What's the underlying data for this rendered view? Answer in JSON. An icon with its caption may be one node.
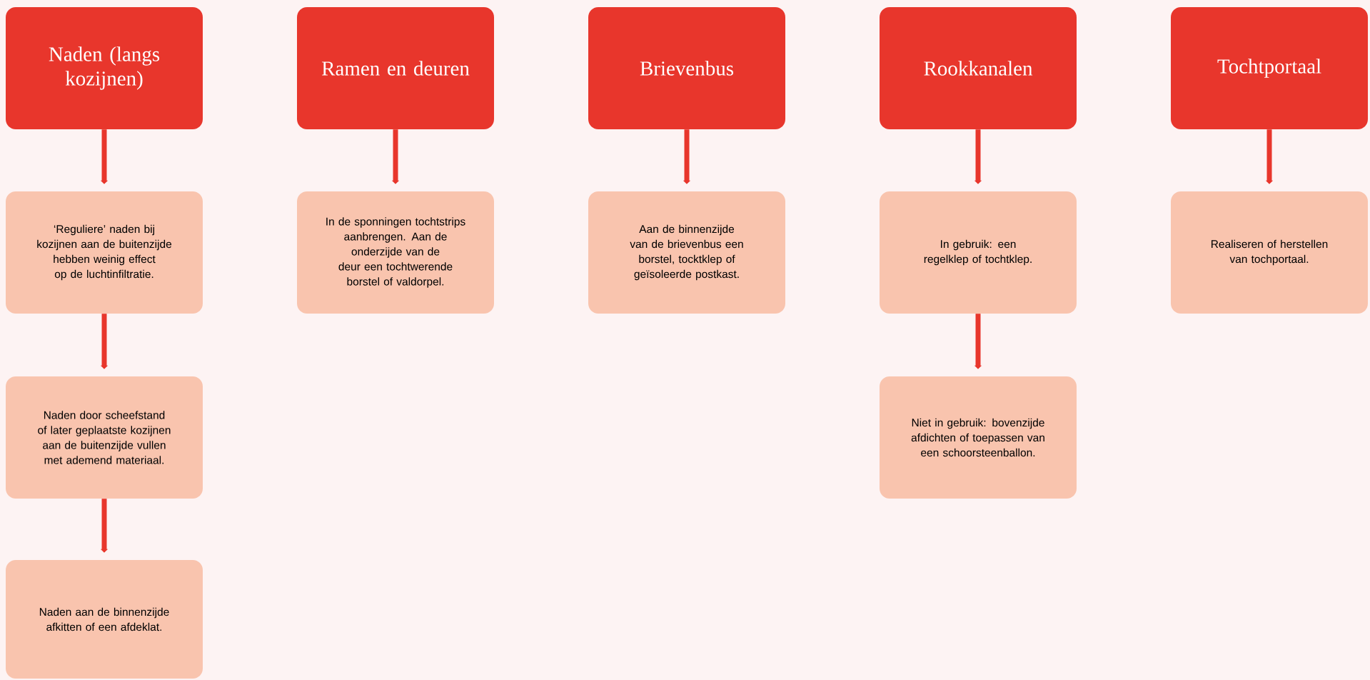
{
  "diagram": {
    "nodes": [
      {
        "text": [
          "Naden (langs kozijnen)"
        ]
      },
      {
        "text": [
          "‘Reguliere’ naden bij kozijnen aan de buitenzijde hebben weinig effect op de luchtinfiltratie."
        ]
      },
      {
        "text": [
          "Naden door scheefstand of later geplaatste kozijnen aan de buitenzijde vullen met ademend materiaal."
        ]
      },
      {
        "text": [
          "Naden aan de binnenzijde afkitten of een afdeklat."
        ]
      },
      {
        "text": [
          "Ramen en deuren"
        ]
      },
      {
        "text": [
          "In de sponningen tochtstrips aanbrengen. Aan de onderzijde van de deur een tochtwerende borstel of valdorpel."
        ]
      },
      {
        "text": [
          "Brievenbus"
        ]
      },
      {
        "text": [
          "Aan de binnenzijde van de brievenbus een borstel, tocktklep of geïsoleerde postkast."
        ]
      },
      {
        "text": [
          "Rookkanalen"
        ]
      },
      {
        "text": [
          "In gebruik: een regelklep of tochtklep."
        ]
      },
      {
        "text": [
          "Niet in gebruik: bovenzijde afdichten of toepassen van een schoorsteenballon."
        ]
      },
      {
        "text": [
          "Tochtportaal"
        ]
      },
      {
        "text": [
          "Realiseren of herstellen van tochportaal."
        ]
      }
    ],
    "edges": [
      {
        "from": 0,
        "to": 1,
        "arrow": "to"
      },
      {
        "from": 1,
        "to": 2,
        "arrow": "to"
      },
      {
        "from": 2,
        "to": 3,
        "arrow": "to"
      },
      {
        "from": 4,
        "to": 5,
        "arrow": "to"
      },
      {
        "from": 6,
        "to": 7,
        "arrow": "to"
      },
      {
        "from": 8,
        "to": 9,
        "arrow": "to"
      },
      {
        "from": 9,
        "to": 10,
        "arrow": "to"
      },
      {
        "from": 11,
        "to": 12,
        "arrow": "to"
      }
    ]
  }
}
